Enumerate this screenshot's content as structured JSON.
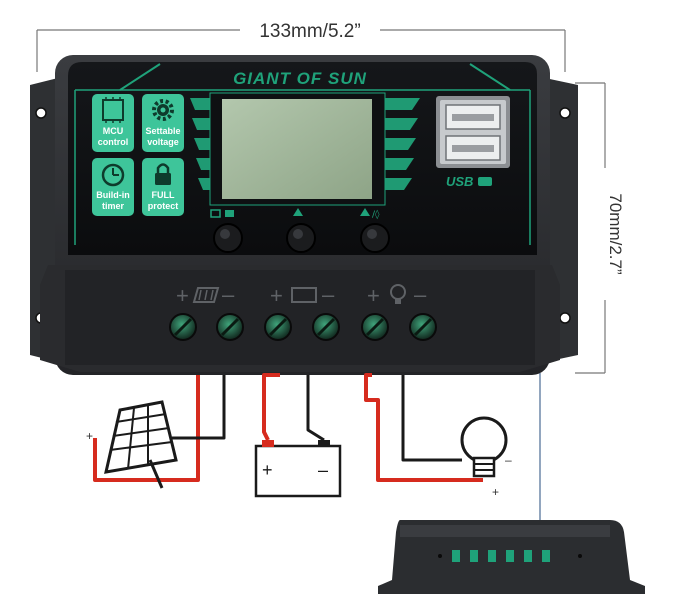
{
  "dimensions": {
    "width_label": "133mm/5.2”",
    "height_label": "70mm/2.7”"
  },
  "brand": {
    "name": "GIANT OF SUN"
  },
  "features": [
    {
      "label_line1": "MCU",
      "label_line2": "control",
      "icon": "chip-icon"
    },
    {
      "label_line1": "Settable",
      "label_line2": "voltage",
      "icon": "gear-icon"
    },
    {
      "label_line1": "Build-in",
      "label_line2": "timer",
      "icon": "clock-icon"
    },
    {
      "label_line1": "FULL",
      "label_line2": "protect",
      "icon": "lock-icon"
    }
  ],
  "usb": {
    "label": "USB"
  },
  "terminals": {
    "solar_plus": "+",
    "solar_minus": "–",
    "battery_plus": "+",
    "battery_minus": "–",
    "load_plus": "+",
    "load_minus": "–"
  },
  "wiring": {
    "panel_plus": "+",
    "battery_plus": "+",
    "battery_minus": "–",
    "load_plus": "+",
    "load_minus": "–"
  },
  "colors": {
    "case": "#2b2d30",
    "accent": "#1fa27a",
    "lcd": "#9fb49a",
    "wire_red": "#d62b1e",
    "wire_black": "#1a1a1a"
  }
}
